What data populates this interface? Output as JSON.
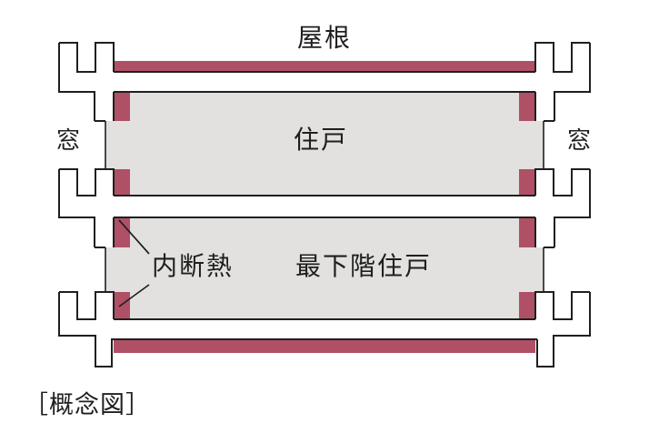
{
  "labels": {
    "roof": "屋根",
    "window_left": "窓",
    "window_right": "窓",
    "upper_unit": "住戸",
    "lowest_floor_unit": "最下階住戸",
    "insulation": "内断熱",
    "caption": "［概念図］"
  },
  "colors": {
    "background": "#ffffff",
    "interior": "#e2e1df",
    "insulation": "#b05066",
    "outline": "#1f1f1f",
    "text": "#1f1f1f"
  }
}
